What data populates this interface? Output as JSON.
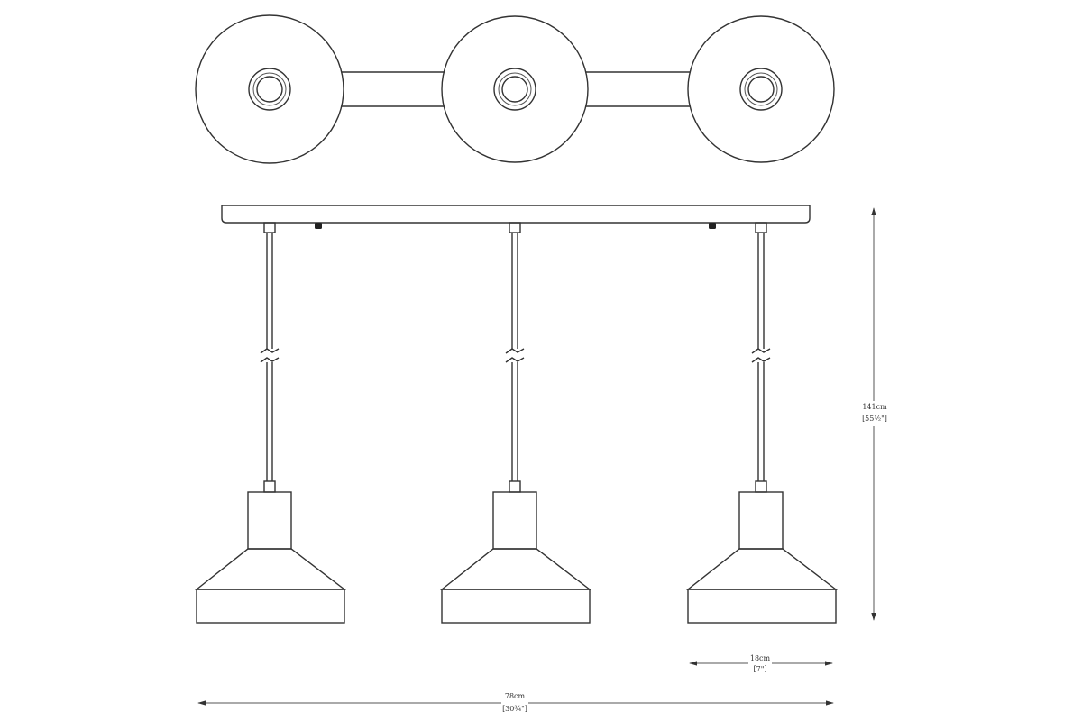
{
  "dimensions": {
    "height": {
      "metric": "141cm",
      "imperial": "[55½\"]"
    },
    "shade_width": {
      "metric": "18cm",
      "imperial": "[7\"]"
    },
    "total_width": {
      "metric": "78cm",
      "imperial": "[30¾\"]"
    }
  }
}
